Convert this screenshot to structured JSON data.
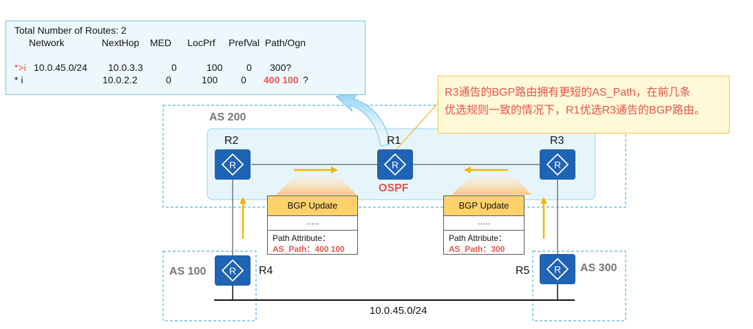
{
  "route_table": {
    "total": "Total Number of Routes: 2",
    "header": "Network              NextHop    MED      LocPrf     PrefVal  Path/Ogn",
    "row1": {
      "status": "*>i",
      "network": "10.0.45.0/24",
      "nexthop": "10.0.3.3",
      "med": "0",
      "locprf": "100",
      "prefval": "0",
      "path": "300?"
    },
    "row2": {
      "status": "* i",
      "nexthop": "10.0.2.2",
      "med": "0",
      "locprf": "100",
      "prefval": "0",
      "path": "400 100",
      "origin": "?"
    }
  },
  "callout": {
    "line1": "R3通告的BGP路由拥有更短的AS_Path，在前几条",
    "line2": "优选规则一致的情况下，R1优选R3通告的BGP路由。"
  },
  "as_labels": {
    "as200": "AS 200",
    "as100": "AS 100",
    "as300": "AS 300"
  },
  "routers": {
    "r1": "R1",
    "r2": "R2",
    "r3": "R3",
    "r4": "R4",
    "r5": "R5"
  },
  "ospf": "OSPF",
  "network": "10.0.45.0/24",
  "updates": [
    {
      "title": "BGP Update",
      "dots": "…..",
      "attr_label": "Path Attribute：",
      "as_path": "AS_Path：400 100"
    },
    {
      "title": "BGP Update",
      "dots": "…..",
      "attr_label": "Path Attribute：",
      "as_path": "AS_Path：300"
    }
  ],
  "colors": {
    "router": "#1f63b4",
    "accent_red": "#e5534b",
    "update_header": "#ffd16a",
    "as_box_border": "#4fb3d9",
    "arrow": "#f5b400"
  }
}
